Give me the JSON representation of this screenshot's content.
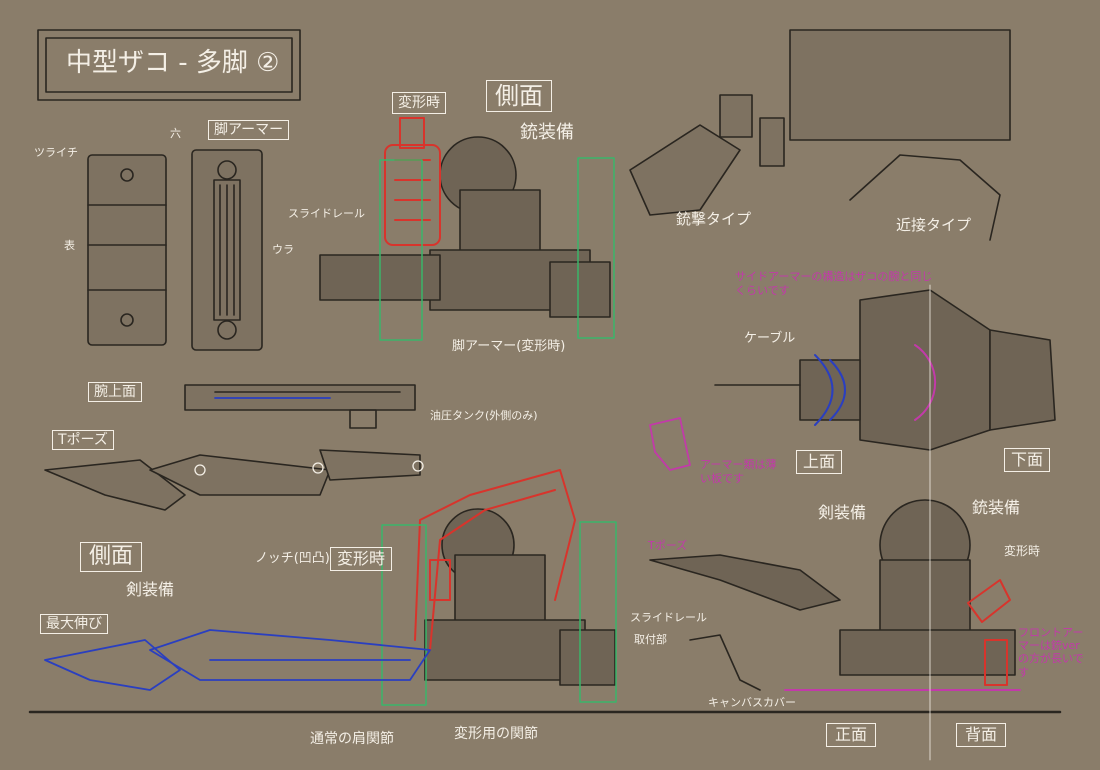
{
  "title": "中型ザコ - 多脚 ②",
  "labels": {
    "henkeiji_top": "変形時",
    "sokumen_top": "側面",
    "jusoubi_top": "銃装備",
    "tsuraichi": "ツライチ",
    "roku": "六",
    "ashi_armor": "脚アーマー",
    "omote": "表",
    "ura": "ウラ",
    "slide_rail": "スライドレール",
    "ashi_armor_henkei": "脚アーマー(変形時)",
    "ude_jomen": "腕上面",
    "yuatsu_tank": "油圧タンク(外側のみ)",
    "t_pose": "Tポーズ",
    "sokumen_bottom": "側面",
    "kensoubi_left": "剣装備",
    "notch": "ノッチ(凹凸)",
    "henkeiji_mid": "変形時",
    "saidai_nobi": "最大伸び",
    "tsujo_kata": "通常の肩関節",
    "henkeiyo_kansetsu": "変形用の関節",
    "jugeki_type": "銃撃タイプ",
    "kinsetsu_type": "近接タイプ",
    "side_armor_note": "サイドアーマーの構造はザコの腕と同じくらいです",
    "cable": "ケーブル",
    "armor_thin_note": "アーマー類は薄い板です",
    "jomen": "上面",
    "kamen": "下面",
    "kensoubi_right": "剣装備",
    "jusoubi_right": "銃装備",
    "t_pose_right": "Tポーズ",
    "henkeiji_right": "変形時",
    "slide_rail_right": "スライドレール",
    "toritsuke": "取付部",
    "canvas_cover": "キャンバスカバー",
    "front_armor_note": "フロントアーマーは銃verの方が長いです",
    "shomen": "正面",
    "haimen": "背面"
  },
  "colors": {
    "background": "#8a7d6a",
    "line": "#2a2620",
    "chalk": "#f4efe6",
    "red": "#d8342c",
    "blue": "#2a3fc0",
    "magenta": "#c23aa9",
    "green": "#3ab56a"
  }
}
